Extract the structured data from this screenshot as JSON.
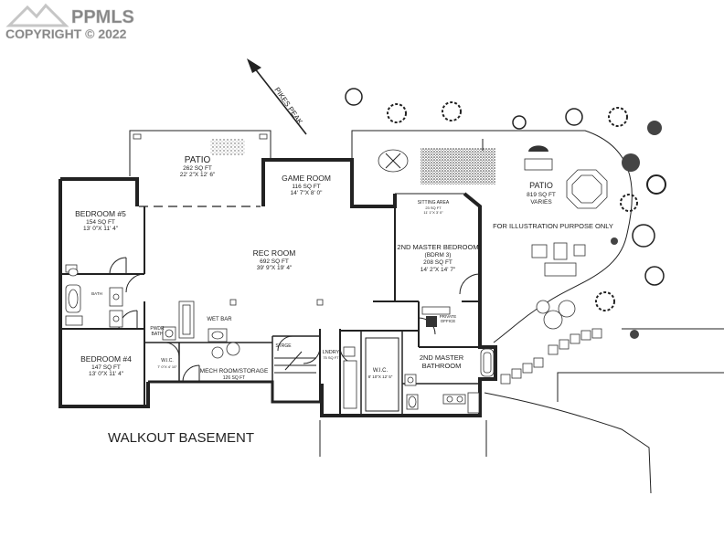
{
  "watermark": {
    "brand": "PPMLS",
    "copyright": "COPYRIGHT © 2022"
  },
  "compass_label": "PIKES PEAK",
  "plan_title": "WALKOUT BASEMENT",
  "illustration_note": "FOR ILLUSTRATION PURPOSE ONLY",
  "rooms": {
    "patio_left": {
      "name": "PATIO",
      "area": "262 SQ FT",
      "dims": "22' 2\"X 12' 6\""
    },
    "game_room": {
      "name": "GAME ROOM",
      "area": "116 SQ FT",
      "dims": "14' 7\"X 8' 0\""
    },
    "bedroom5": {
      "name": "BEDROOM #5",
      "area": "154 SQ FT",
      "dims": "13' 0\"X 11' 4\""
    },
    "rec_room": {
      "name": "REC ROOM",
      "area": "692 SQ FT",
      "dims": "39' 9\"X 19' 4\""
    },
    "sitting_area": {
      "name": "SITTING AREA",
      "area": "23 SQ FT",
      "dims": "11' 1\"X 3' 0\""
    },
    "master2": {
      "name": "2ND MASTER BEDROOM",
      "sub": "(BDRM 3)",
      "area": "208 SQ FT",
      "dims": "14' 2\"X 14' 7\""
    },
    "patio_right": {
      "name": "PATIO",
      "area": "819 SQ FT",
      "note": "VARIES"
    },
    "bath": {
      "name": "BATH"
    },
    "wet_bar": {
      "name": "WET BAR"
    },
    "pwdr": {
      "name": "PWDR",
      "sub": "BATH"
    },
    "private_office": {
      "name": "PRIVATE",
      "sub": "OFFICE"
    },
    "bedroom4": {
      "name": "BEDROOM #4",
      "area": "147 SQ FT",
      "dims": "13' 0\"X 11' 4\""
    },
    "wic_left": {
      "name": "W.I.C.",
      "dims": "7' 0\"X 4' 10\""
    },
    "mech": {
      "name": "MECH ROOM/STORAGE",
      "area": "126 SQ FT"
    },
    "storage": {
      "name": "STRGE"
    },
    "laundry": {
      "name": "LNDRY",
      "area": "75 SQ FT"
    },
    "wic_right": {
      "name": "W.I.C.",
      "dims": "8' 10\"X 12' 5\""
    },
    "master_bath": {
      "name": "2ND MASTER",
      "sub": "BATHROOM"
    }
  }
}
